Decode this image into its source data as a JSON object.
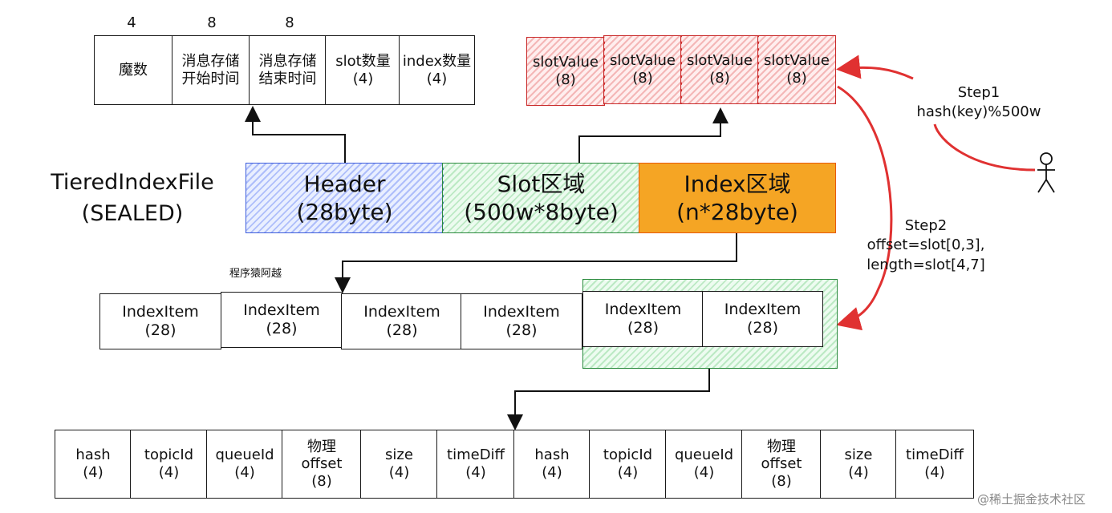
{
  "title": {
    "line1": "TieredIndexFile",
    "line2": "(SEALED)"
  },
  "header_sizes": [
    "4",
    "8",
    "8"
  ],
  "header_fields": [
    {
      "l1": "魔数",
      "l2": ""
    },
    {
      "l1": "消息存储",
      "l2": "开始时间"
    },
    {
      "l1": "消息存储",
      "l2": "结束时间"
    },
    {
      "l1": "slot数量",
      "l2": "(4)"
    },
    {
      "l1": "index数量",
      "l2": "(4)"
    }
  ],
  "slot_values": [
    {
      "l1": "slotValue",
      "l2": "(8)"
    },
    {
      "l1": "slotValue",
      "l2": "(8)"
    },
    {
      "l1": "slotValue",
      "l2": "(8)"
    },
    {
      "l1": "slotValue",
      "l2": "(8)"
    }
  ],
  "regions": [
    {
      "l1": "Header",
      "l2": "(28byte)"
    },
    {
      "l1": "Slot区域",
      "l2": "(500w*8byte)"
    },
    {
      "l1": "Index区域",
      "l2": "(n*28byte)"
    }
  ],
  "watermark_small": "程序猿阿越",
  "index_items": [
    {
      "l1": "IndexItem",
      "l2": "(28)"
    },
    {
      "l1": "IndexItem",
      "l2": "(28)"
    },
    {
      "l1": "IndexItem",
      "l2": "(28)"
    },
    {
      "l1": "IndexItem",
      "l2": "(28)"
    },
    {
      "l1": "IndexItem",
      "l2": "(28)"
    },
    {
      "l1": "IndexItem",
      "l2": "(28)"
    }
  ],
  "item_fields": [
    {
      "l1": "hash",
      "l2": "(4)",
      "l3": ""
    },
    {
      "l1": "topicId",
      "l2": "(4)",
      "l3": ""
    },
    {
      "l1": "queueId",
      "l2": "(4)",
      "l3": ""
    },
    {
      "l1": "物理",
      "l2": "offset",
      "l3": "(8)"
    },
    {
      "l1": "size",
      "l2": "(4)",
      "l3": ""
    },
    {
      "l1": "timeDiff",
      "l2": "(4)",
      "l3": ""
    },
    {
      "l1": "hash",
      "l2": "(4)",
      "l3": ""
    },
    {
      "l1": "topicId",
      "l2": "(4)",
      "l3": ""
    },
    {
      "l1": "queueId",
      "l2": "(4)",
      "l3": ""
    },
    {
      "l1": "物理",
      "l2": "offset",
      "l3": "(8)"
    },
    {
      "l1": "size",
      "l2": "(4)",
      "l3": ""
    },
    {
      "l1": "timeDiff",
      "l2": "(4)",
      "l3": ""
    }
  ],
  "step1": {
    "l1": "Step1",
    "l2": "hash(key)%500w"
  },
  "step2": {
    "l1": "Step2",
    "l2": "offset=slot[0,3],",
    "l3": "length=slot[4,7]"
  },
  "watermark": "@稀土掘金技术社区",
  "colors": {
    "header": "#4c6ef5",
    "slot": "#40c057",
    "index": "#f5a524",
    "slot_value": "#e03131",
    "arrow_red": "#e03131"
  }
}
